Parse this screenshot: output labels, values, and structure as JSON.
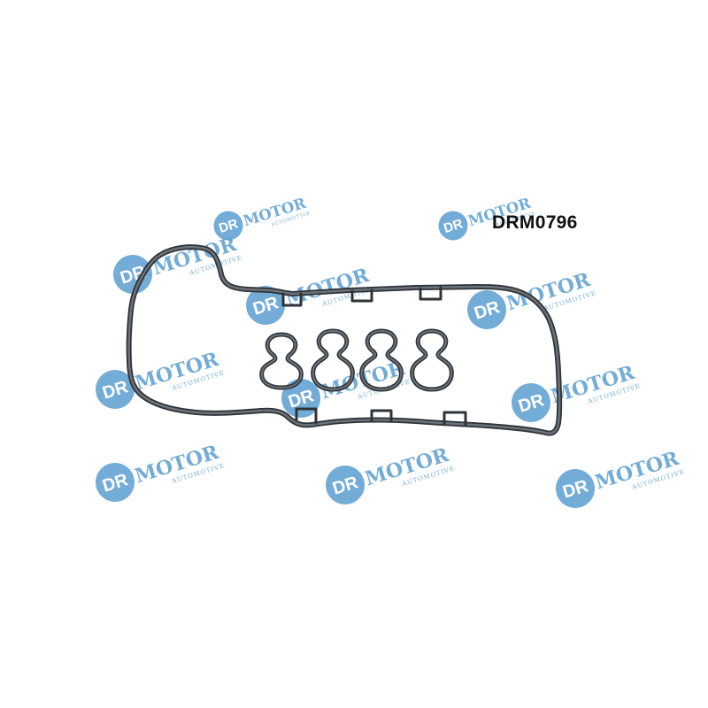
{
  "product": {
    "part_number": "DRM0796"
  },
  "watermark": {
    "brand": "DR.MOTOR",
    "tagline": "AUTOMOTIVE",
    "color": "#5b9ed1",
    "circle_text": "DR"
  },
  "gasket": {
    "stroke_color": "#2e3338",
    "fill_color": "#6b7278"
  }
}
